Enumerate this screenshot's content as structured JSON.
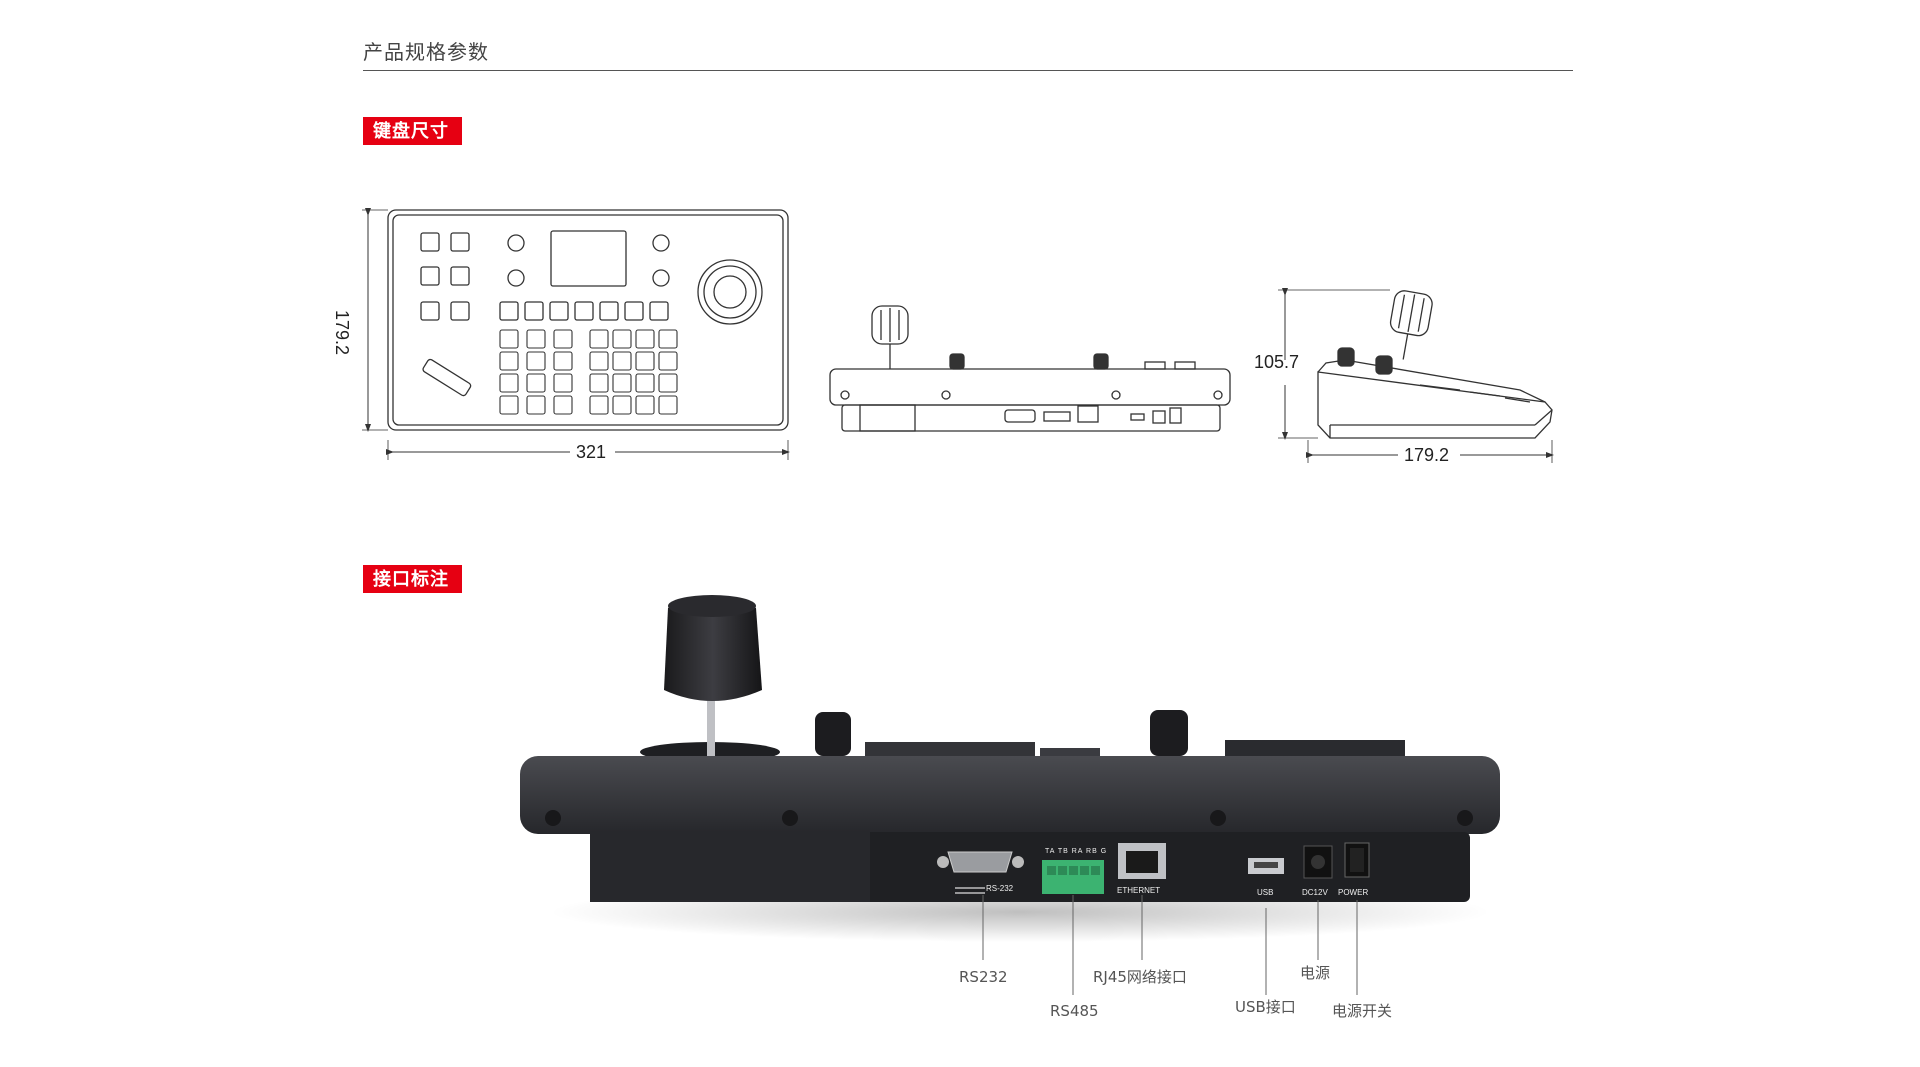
{
  "page": {
    "title": "产品规格参数"
  },
  "sections": {
    "dimensions_tag": "键盘尺寸",
    "ports_tag": "接口标注"
  },
  "dimensions": {
    "top_height": "179.2",
    "top_width": "321",
    "side_height": "105.7",
    "side_depth": "179.2"
  },
  "panel_labels": {
    "rs232": "RS-232",
    "terminal": "TA TB RA RB G",
    "ethernet": "ETHERNET",
    "usb": "USB",
    "dc": "DC12V",
    "power": "POWER"
  },
  "callouts": {
    "rs232": "RS232",
    "rs485": "RS485",
    "rj45": "RJ45网络接口",
    "usb": "USB接口",
    "power_in": "电源",
    "power_switch": "电源开关"
  },
  "colors": {
    "accent": "#e60012",
    "device_body": "#2e2f33"
  }
}
